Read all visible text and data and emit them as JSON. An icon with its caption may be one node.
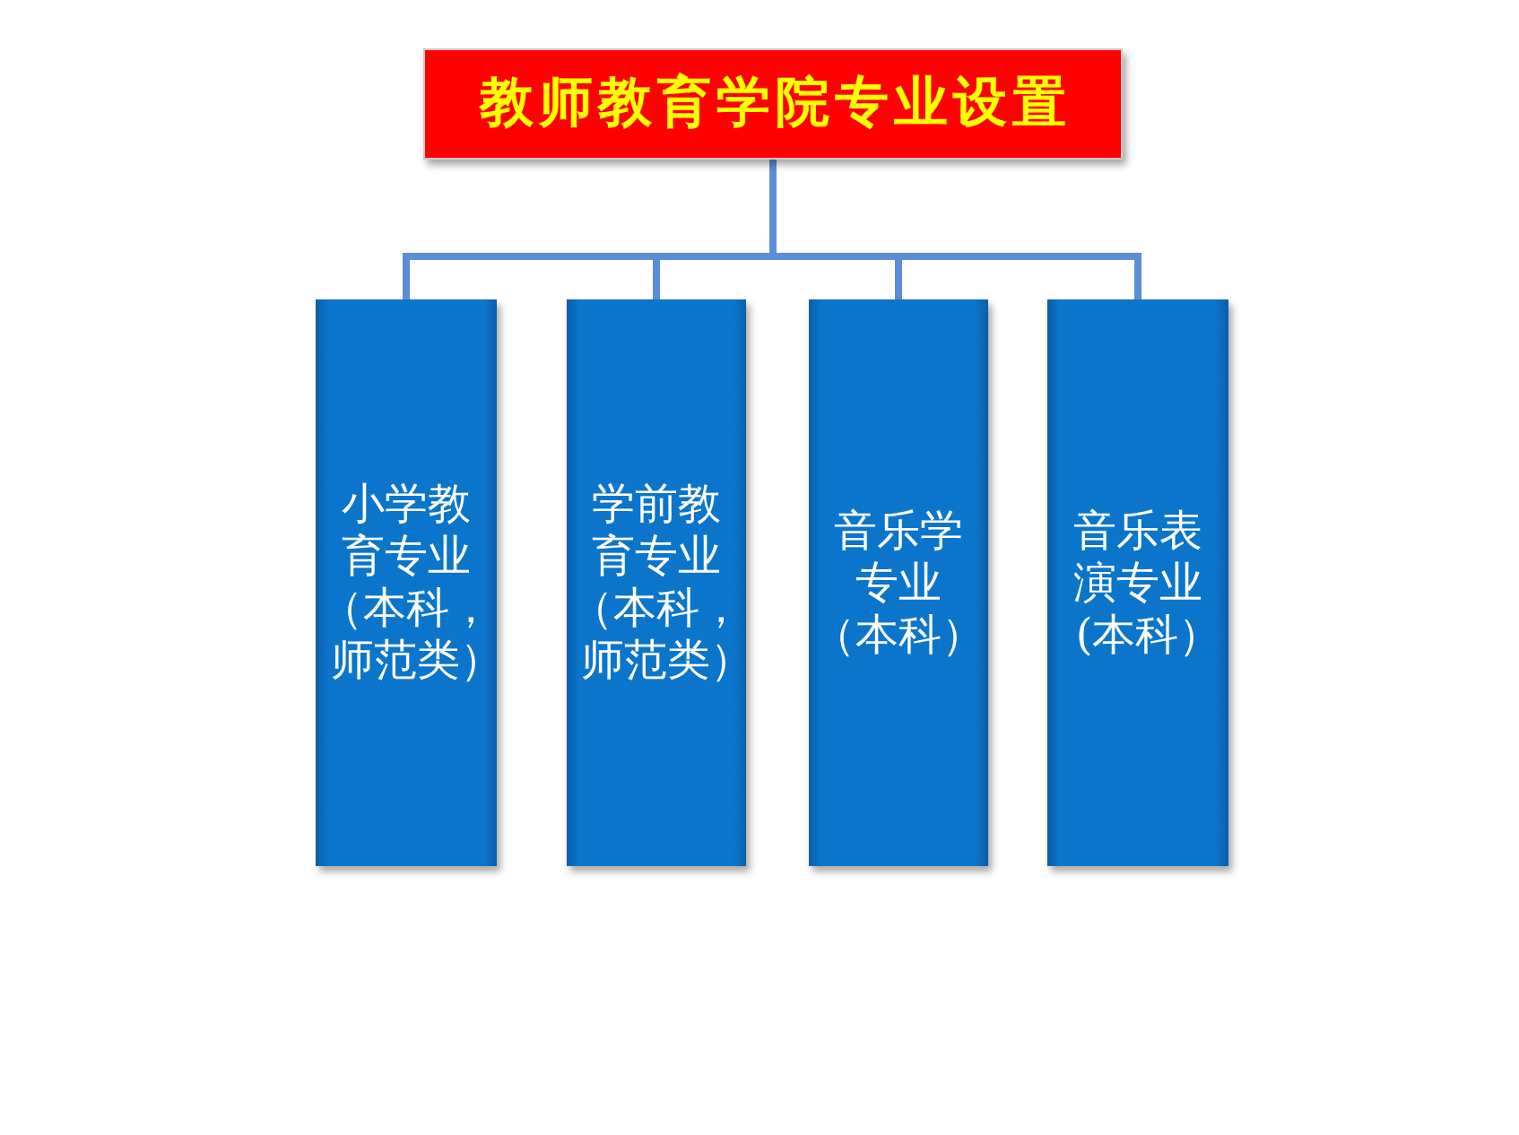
{
  "diagram": {
    "nodes": [
      {
        "text": [
          "教师教育学院专业设置"
        ]
      },
      {
        "text": [
          "小学教育专业（本科，师范类）"
        ]
      },
      {
        "text": [
          "学前教育专业（本科，师范类）"
        ]
      },
      {
        "text": [
          "音乐学专业（本科）"
        ]
      },
      {
        "text": [
          "音乐表演专业(本科）"
        ]
      }
    ],
    "edges": [
      {
        "from": 0,
        "to": 1,
        "arrow": "none"
      },
      {
        "from": 0,
        "to": 2,
        "arrow": "none"
      },
      {
        "from": 0,
        "to": 3,
        "arrow": "none"
      },
      {
        "from": 0,
        "to": 4,
        "arrow": "none"
      }
    ]
  }
}
